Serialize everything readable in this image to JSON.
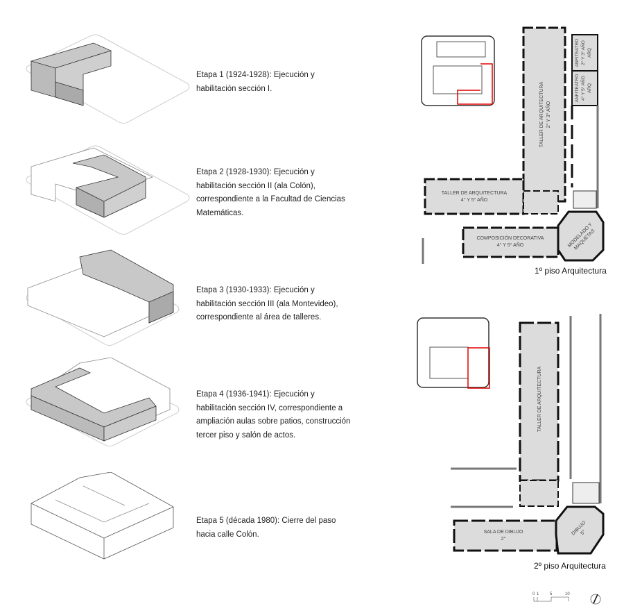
{
  "stages": [
    {
      "text": "Etapa 1 (1924-1928): Ejecución y habilitación sección I."
    },
    {
      "text": "Etapa 2 (1928-1930): Ejecución y habilitación sección II (ala Colón), correspondiente a la Facultad de Ciencias Matemáticas."
    },
    {
      "text": "Etapa 3 (1930-1933): Ejecución y habilitación sección III (ala Montevideo), correspondiente al área de talleres."
    },
    {
      "text": "Etapa 4 (1936-1941): Ejecución y habilitación sección IV, correspondiente a ampliación aulas sobre patios, construcción tercer piso y salón de actos."
    },
    {
      "text": "Etapa 5 (década 1980): Cierre del paso hacia calle Colón."
    }
  ],
  "plan1": {
    "caption": "1º piso Arquitectura",
    "rooms": {
      "taller23_a": "TALLER DE ARQUITECTURA",
      "taller23_b": "2° Y 3° AÑO",
      "taller45_a": "TALLER DE ARQUITECTURA",
      "taller45_b": "4° Y 5° AÑO",
      "comp_a": "COMPOSICIÓN DECORATIVA",
      "comp_b": "4° Y 5° AÑO",
      "modelado_a": "MODELADO Y",
      "modelado_b": "MAQUETAS",
      "anf1_a": "ANFITEATRO",
      "anf1_b": "2° Y 3° AÑO",
      "anf1_c": "ARQ",
      "anf2_a": "ANFITEATRO",
      "anf2_b": "4° Y 5° AÑO",
      "anf2_c": "ARQ"
    }
  },
  "plan2": {
    "caption": "2º piso Arquitectura",
    "rooms": {
      "taller": "TALLER DE ARQUITECTURA",
      "sala_a": "SALA DE DIBUJO",
      "sala_b": "2°",
      "dibujo_a": "DIBUJO",
      "dibujo_b": "5°"
    }
  },
  "scale": {
    "t0": "0",
    "t1": "1",
    "t5": "5",
    "t10": "10"
  },
  "colors": {
    "fill": "#dcdcdc",
    "wall": "#111111",
    "highlight": "#e00000"
  }
}
